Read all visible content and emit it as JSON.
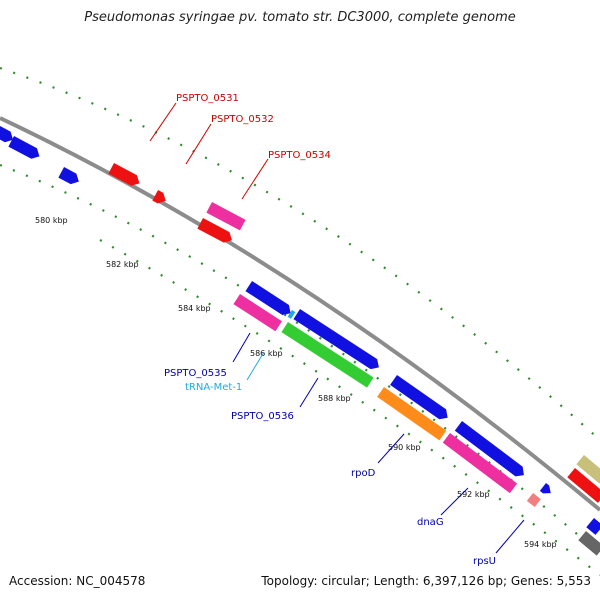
{
  "title": "Pseudomonas syringae pv. tomato str. DC3000, complete genome",
  "footer": {
    "accession": "Accession: NC_004578",
    "stats": "Topology: circular; Length: 6,397,126 bp; Genes: 5,553"
  },
  "colors": {
    "backbone": "#8c8c8c",
    "tick_dots": "#2e8b2e",
    "blue": "#1010e0",
    "red": "#ee1111",
    "pink": "#ee2fa0",
    "green": "#33cc33",
    "orange": "#ff8c1a",
    "salmon": "#f08080",
    "olive": "#c8c07a",
    "gray": "#666666",
    "label_red": "#cc0000",
    "label_blue": "#0000aa",
    "label_cyan": "#22aadd"
  },
  "kbp_labels": [
    "580 kbp",
    "582 kbp",
    "584 kbp",
    "586 kbp",
    "588 kbp",
    "590 kbp",
    "592 kbp",
    "594 kbp"
  ],
  "gene_labels": [
    {
      "text": "PSPTO_0531",
      "color": "label_red"
    },
    {
      "text": "PSPTO_0532",
      "color": "label_red"
    },
    {
      "text": "PSPTO_0534",
      "color": "label_red"
    },
    {
      "text": "PSPTO_0535",
      "color": "label_blue"
    },
    {
      "text": "tRNA-Met-1",
      "color": "label_cyan"
    },
    {
      "text": "PSPTO_0536",
      "color": "label_blue"
    },
    {
      "text": "rpoD",
      "color": "label_blue"
    },
    {
      "text": "dnaG",
      "color": "label_blue"
    },
    {
      "text": "rpsU",
      "color": "label_blue"
    }
  ]
}
